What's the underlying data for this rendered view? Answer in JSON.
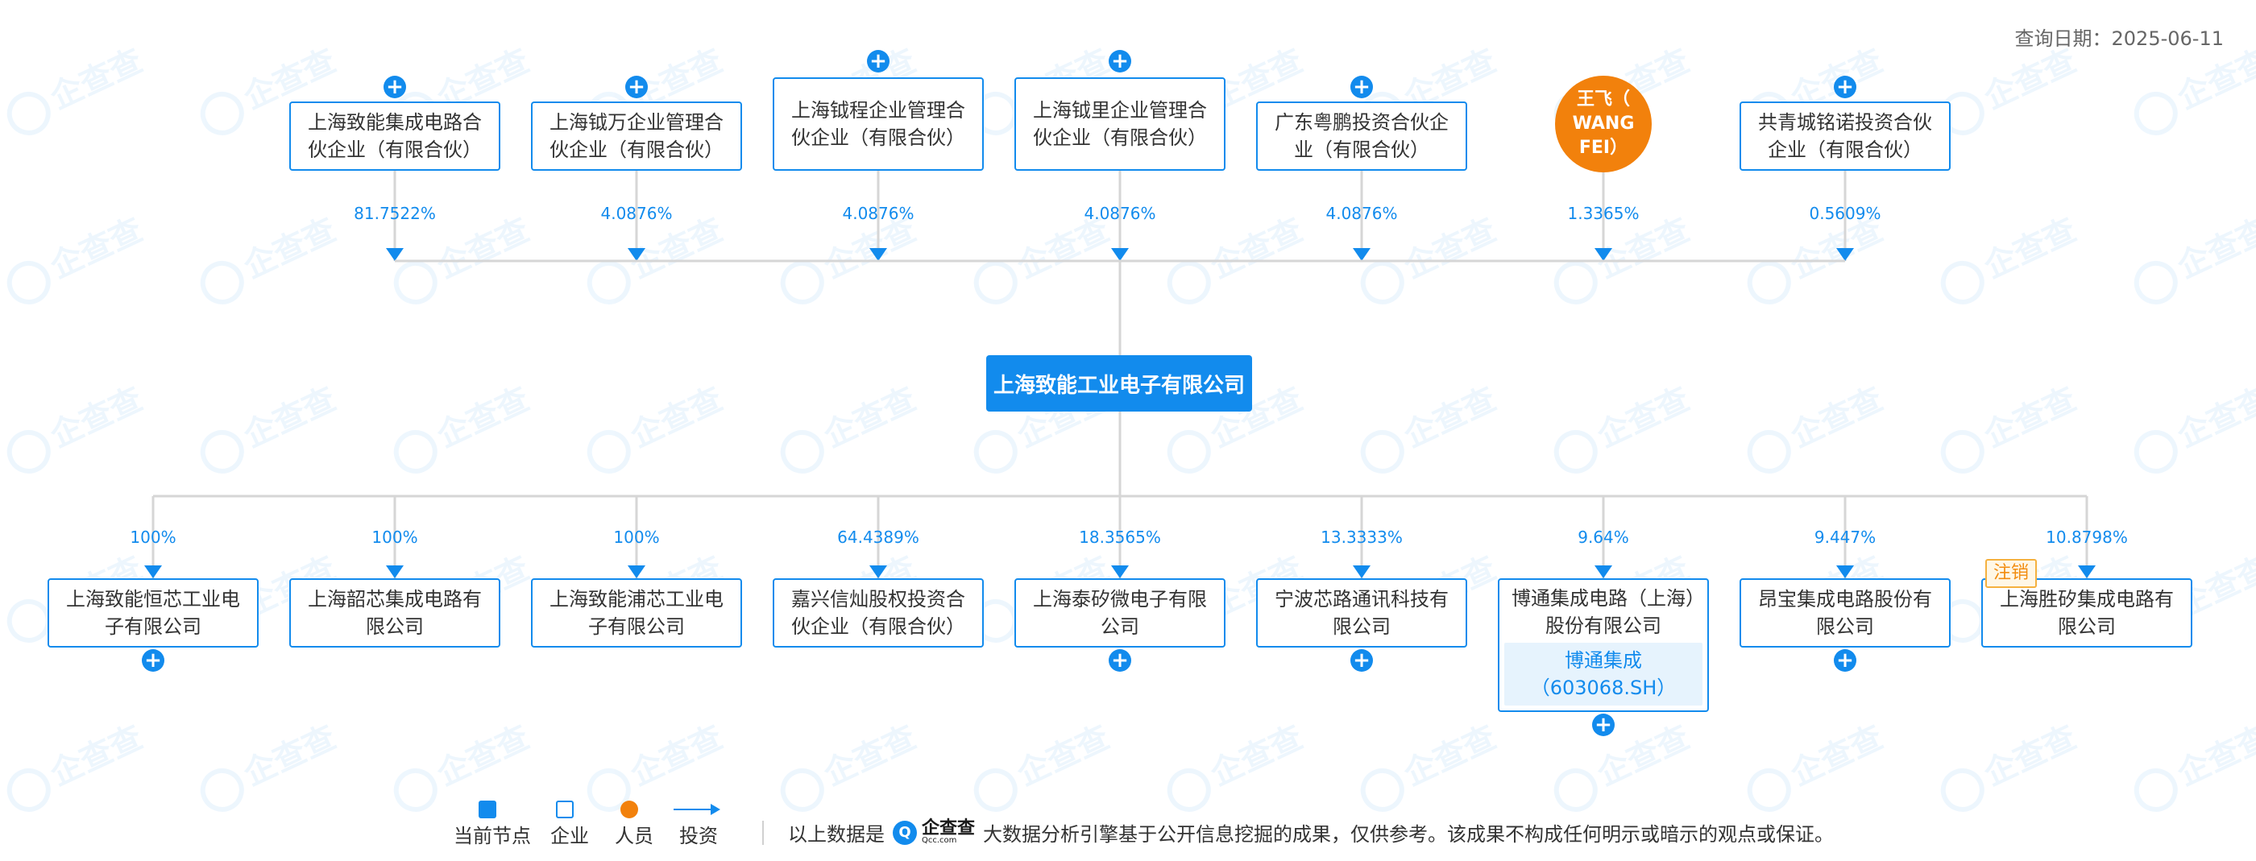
{
  "query_date": "查询日期：2025-06-11",
  "watermark_text": "企查查",
  "center": {
    "name": "上海致能工业电子有限公司"
  },
  "shareholders": [
    {
      "name": "上海致能集成电路合伙企业（有限合伙）",
      "percent": "81.7522%",
      "type": "company"
    },
    {
      "name": "上海钺万企业管理合伙企业（有限合伙）",
      "percent": "4.0876%",
      "type": "company"
    },
    {
      "name": "上海钺程企业管理合伙企业（有限合伙）",
      "percent": "4.0876%",
      "type": "company"
    },
    {
      "name": "上海钺里企业管理合伙企业（有限合伙）",
      "percent": "4.0876%",
      "type": "company"
    },
    {
      "name": "广东粤鹏投资合伙企业（有限合伙）",
      "percent": "4.0876%",
      "type": "company"
    },
    {
      "name_line1": "王飞（",
      "name_line2": "WANG",
      "name_line3": "FEI）",
      "percent": "1.3365%",
      "type": "person"
    },
    {
      "name": "共青城铭诺投资合伙企业（有限合伙）",
      "percent": "0.5609%",
      "type": "company"
    }
  ],
  "investments": [
    {
      "name": "上海致能恒芯工业电子有限公司",
      "percent": "100%"
    },
    {
      "name": "上海韶芯集成电路有限公司",
      "percent": "100%"
    },
    {
      "name": "上海致能浦芯工业电子有限公司",
      "percent": "100%"
    },
    {
      "name": "嘉兴信灿股权投资合伙企业（有限合伙）",
      "percent": "64.4389%"
    },
    {
      "name": "上海泰矽微电子有限公司",
      "percent": "18.3565%"
    },
    {
      "name": "宁波芯路通讯科技有限公司",
      "percent": "13.3333%"
    },
    {
      "name": "博通集成电路（上海）股份有限公司",
      "percent": "9.64%",
      "stock_name": "博通集成",
      "stock_code": "（603068.SH）"
    },
    {
      "name": "昂宝集成电路股份有限公司",
      "percent": "9.447%"
    },
    {
      "name": "上海胜矽集成电路有限公司",
      "percent": "10.8798%",
      "tag": "注销"
    }
  ],
  "expand_symbol": "+",
  "legend": {
    "current": "当前节点",
    "company": "企业",
    "person": "人员",
    "invest": "投资"
  },
  "disclaimer": {
    "before": "以上数据是",
    "logo_cn": "企查查",
    "logo_en": "Qcc.com",
    "logo_mark": "Q",
    "after": "大数据分析引擎基于公开信息挖掘的成果，仅供参考。该成果不构成任何明示或暗示的观点或保证。"
  },
  "colors": {
    "primary": "#128bed",
    "person": "#f2810c",
    "line": "#d6d6d6",
    "stock_bg": "#e6f3fd",
    "tag_border": "#f5b13f"
  }
}
